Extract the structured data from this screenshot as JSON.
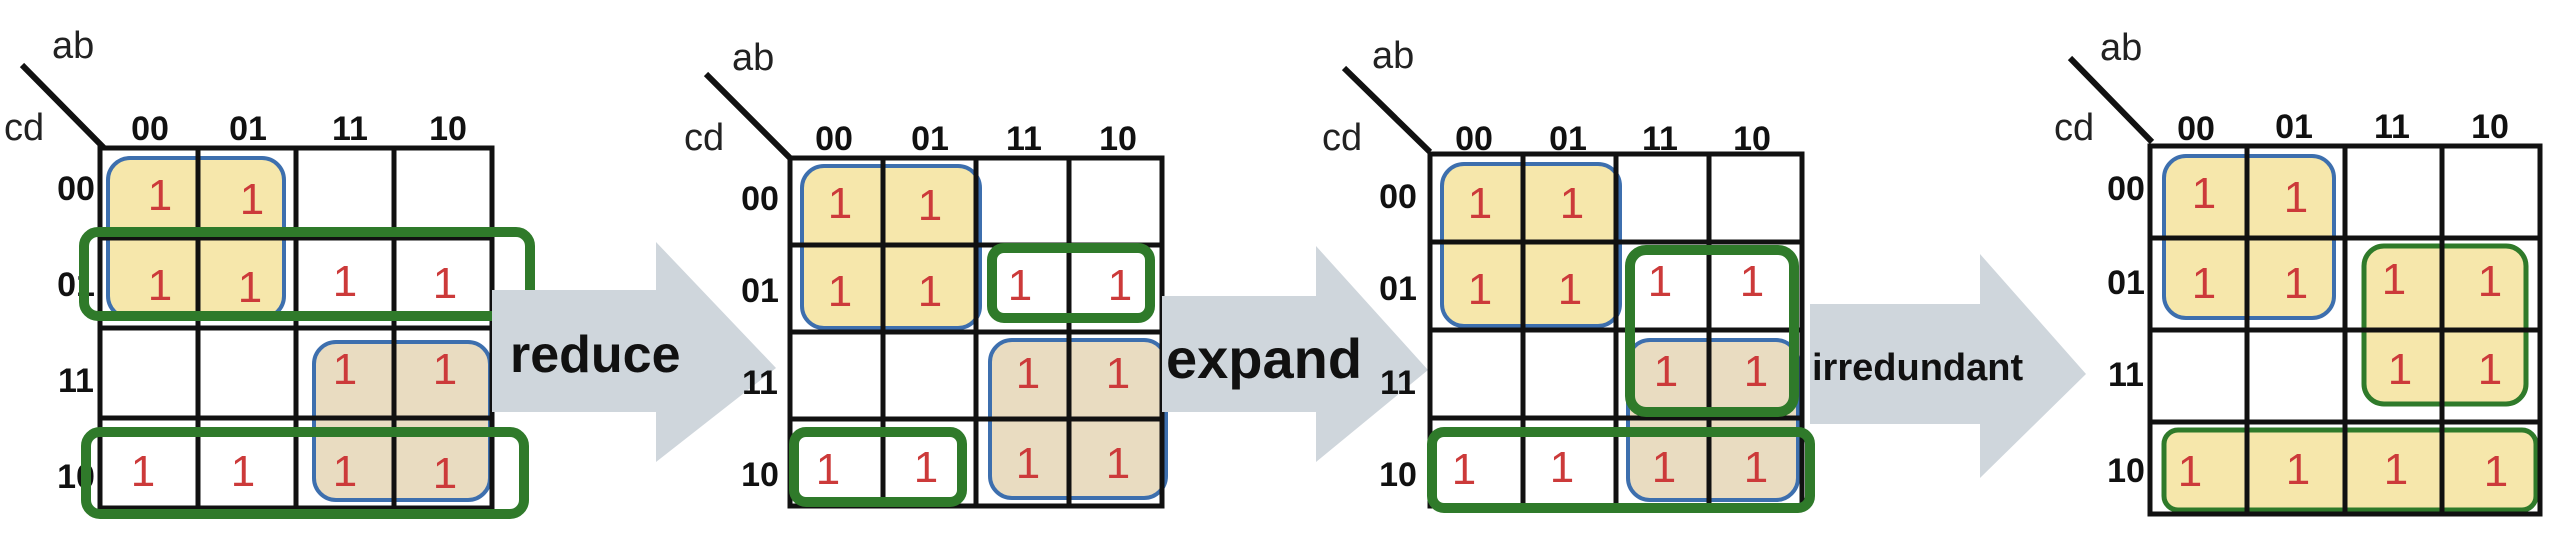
{
  "colors": {
    "background": "#ffffff",
    "grid": "#111111",
    "one_text": "#cc3a3a",
    "implicant_fill": "#f6e7ab",
    "implicant_stroke": "#3d6fae",
    "green_group": "#2f7a2a",
    "arrow": "#cfd6dc"
  },
  "maps": [
    {
      "row_var": "cd",
      "col_var": "ab",
      "col_labels": [
        "00",
        "01",
        "11",
        "10"
      ],
      "row_labels": [
        "00",
        "01",
        "11",
        "10"
      ],
      "cells": [
        [
          "1",
          "1",
          "",
          ""
        ],
        [
          "1",
          "1",
          "1",
          "1"
        ],
        [
          "",
          "",
          "1",
          "1"
        ],
        [
          "1",
          "1",
          "1",
          "1"
        ]
      ]
    },
    {
      "row_var": "cd",
      "col_var": "ab",
      "col_labels": [
        "00",
        "01",
        "11",
        "10"
      ],
      "row_labels": [
        "00",
        "01",
        "11",
        "10"
      ],
      "cells": [
        [
          "1",
          "1",
          "",
          ""
        ],
        [
          "1",
          "1",
          "1",
          "1"
        ],
        [
          "",
          "",
          "1",
          "1"
        ],
        [
          "1",
          "1",
          "1",
          "1"
        ]
      ]
    },
    {
      "row_var": "cd",
      "col_var": "ab",
      "col_labels": [
        "00",
        "01",
        "11",
        "10"
      ],
      "row_labels": [
        "00",
        "01",
        "11",
        "10"
      ],
      "cells": [
        [
          "1",
          "1",
          "",
          ""
        ],
        [
          "1",
          "1",
          "1",
          "1"
        ],
        [
          "",
          "",
          "1",
          "1"
        ],
        [
          "1",
          "1",
          "1",
          "1"
        ]
      ]
    },
    {
      "row_var": "cd",
      "col_var": "ab",
      "col_labels": [
        "00",
        "01",
        "11",
        "10"
      ],
      "row_labels": [
        "00",
        "01",
        "11",
        "10"
      ],
      "cells": [
        [
          "1",
          "1",
          "",
          ""
        ],
        [
          "1",
          "1",
          "1",
          "1"
        ],
        [
          "",
          "",
          "1",
          "1"
        ],
        [
          "1",
          "1",
          "1",
          "1"
        ]
      ]
    }
  ],
  "steps": [
    "reduce",
    "expand",
    "irredundant"
  ]
}
